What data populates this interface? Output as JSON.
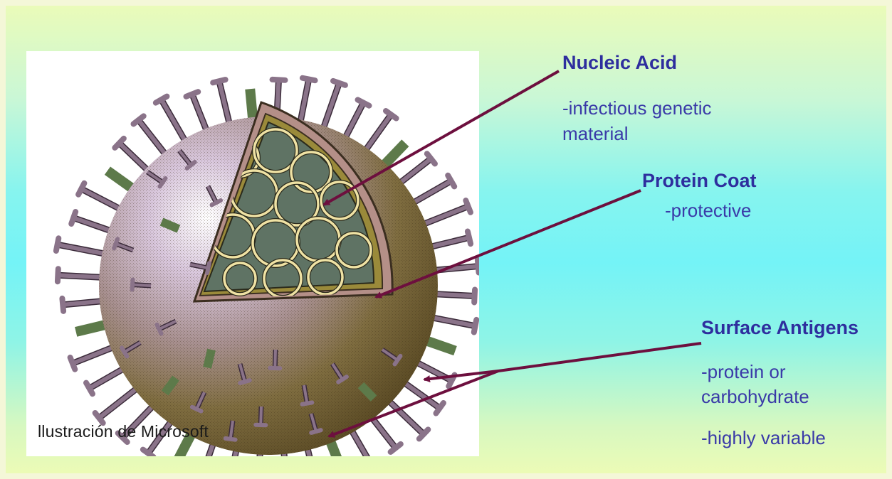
{
  "figure": {
    "credit": "llustración de Microsoft",
    "colors": {
      "envelope": "#7b6a3c",
      "envelope_light": "#d4c2d8",
      "spike": "#8a7389",
      "antigen_rod": "#5d7a4a",
      "interior": "#5f7364",
      "nucleic": "#efe2a4",
      "capsid_layer": "#b48f88"
    }
  },
  "labels": {
    "nucleic_acid": {
      "title": "Nucleic Acid",
      "lines": [
        "-infectious genetic",
        "material"
      ]
    },
    "protein_coat": {
      "title": "Protein Coat",
      "lines": [
        "-protective"
      ]
    },
    "surface_antigens": {
      "title": "Surface Antigens",
      "lines": [
        "-protein or",
        "carbohydrate",
        "-highly variable"
      ]
    }
  },
  "arrow_color": "#6d0f3e"
}
